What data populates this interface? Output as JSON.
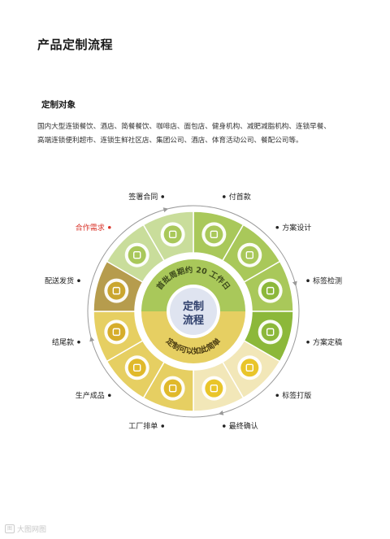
{
  "header": {
    "title": "产品定制流程"
  },
  "section": {
    "title": "定制对象",
    "description_lines": [
      "国内大型连锁餐饮、酒店、简餐餐饮、咖啡店、面包店、健身机构、减肥减脂机构、连锁早餐、",
      "高端连锁便利超市、连锁生鲜社区店、集团公司、酒店、体育活动公司、餐配公司等。"
    ]
  },
  "diagram": {
    "center_line1": "定制",
    "center_line2": "流程",
    "top_arc_text": "首批周期约 20 工作日",
    "bottom_arc_text": "定制可以如此简单",
    "colors": {
      "green_light": "#c9dd9b",
      "green_mid": "#a9c85a",
      "green_dark": "#8cb83a",
      "yellow_light": "#f2e7b8",
      "yellow_mid": "#e6cf62",
      "yellow_dark": "#b69c4d",
      "accent_red": "#d9352b"
    },
    "steps": [
      {
        "label": "付首款",
        "icon": "money-bag-icon",
        "highlight": false
      },
      {
        "label": "方案设计",
        "icon": "design-doc-icon",
        "highlight": false
      },
      {
        "label": "标签检测",
        "icon": "leaf-icon",
        "highlight": false
      },
      {
        "label": "方案定稿",
        "icon": "star-badge-icon",
        "highlight": false
      },
      {
        "label": "标签打版",
        "icon": "tag-icon",
        "highlight": false
      },
      {
        "label": "最终确认",
        "icon": "clipboard-icon",
        "highlight": false
      },
      {
        "label": "工厂排单",
        "icon": "factory-icon",
        "highlight": false
      },
      {
        "label": "生产成品",
        "icon": "gear-icon",
        "highlight": false
      },
      {
        "label": "结尾款",
        "icon": "wallet-icon",
        "highlight": false
      },
      {
        "label": "配送发货",
        "icon": "truck-icon",
        "highlight": false
      },
      {
        "label": "合作需求",
        "icon": "document-icon",
        "highlight": true
      },
      {
        "label": "签署合同",
        "icon": "stamp-icon",
        "highlight": false
      }
    ]
  },
  "footer": {
    "watermark": "大图网图"
  }
}
